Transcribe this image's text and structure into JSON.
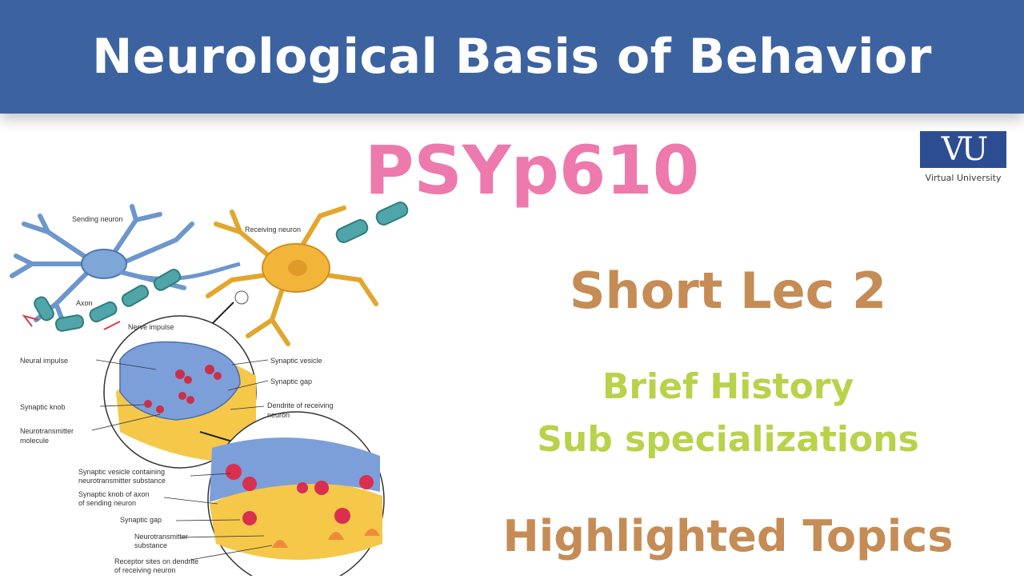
{
  "banner": {
    "title": "Neurological Basis of Behavior"
  },
  "course": {
    "code": "PSYp610"
  },
  "logo": {
    "mark": "VU",
    "name": "Virtual University"
  },
  "lecture": {
    "title": "Short Lec 2"
  },
  "topics": [
    "Brief History",
    "Sub specializations"
  ],
  "highlighted": "Highlighted Topics",
  "diagram": {
    "labels": {
      "sending_neuron": "Sending neuron",
      "receiving_neuron": "Receiving neuron",
      "axon": "Axon",
      "nerve_impulse": "Nerve impulse",
      "neural_impulse": "Neural impulse",
      "synaptic_vesicle": "Synaptic vesicle",
      "synaptic_gap": "Synaptic gap",
      "synaptic_knob": "Synaptic knob",
      "dendrite_1": "Dendrite of receiving",
      "dendrite_2": "neuron",
      "neurotransmitter_1": "Neurotransmitter",
      "neurotransmitter_2": "molecule",
      "vesicle_containing_1": "Synaptic vesicle containing",
      "vesicle_containing_2": "neurotransmitter substance",
      "knob_axon_1": "Synaptic knob of axon",
      "knob_axon_2": "of sending neuron",
      "synaptic_gap_2": "Synaptic gap",
      "nt_substance_1": "Neurotransmitter",
      "nt_substance_2": "substance",
      "receptor_1": "Receptor sites on dendrite",
      "receptor_2": "of receiving neuron"
    }
  },
  "colors": {
    "banner": "#3c63a0",
    "course_code": "#ee79ac",
    "lecture": "#c58c55",
    "topics": "#b8d24a",
    "logo": "#2c4d92"
  }
}
